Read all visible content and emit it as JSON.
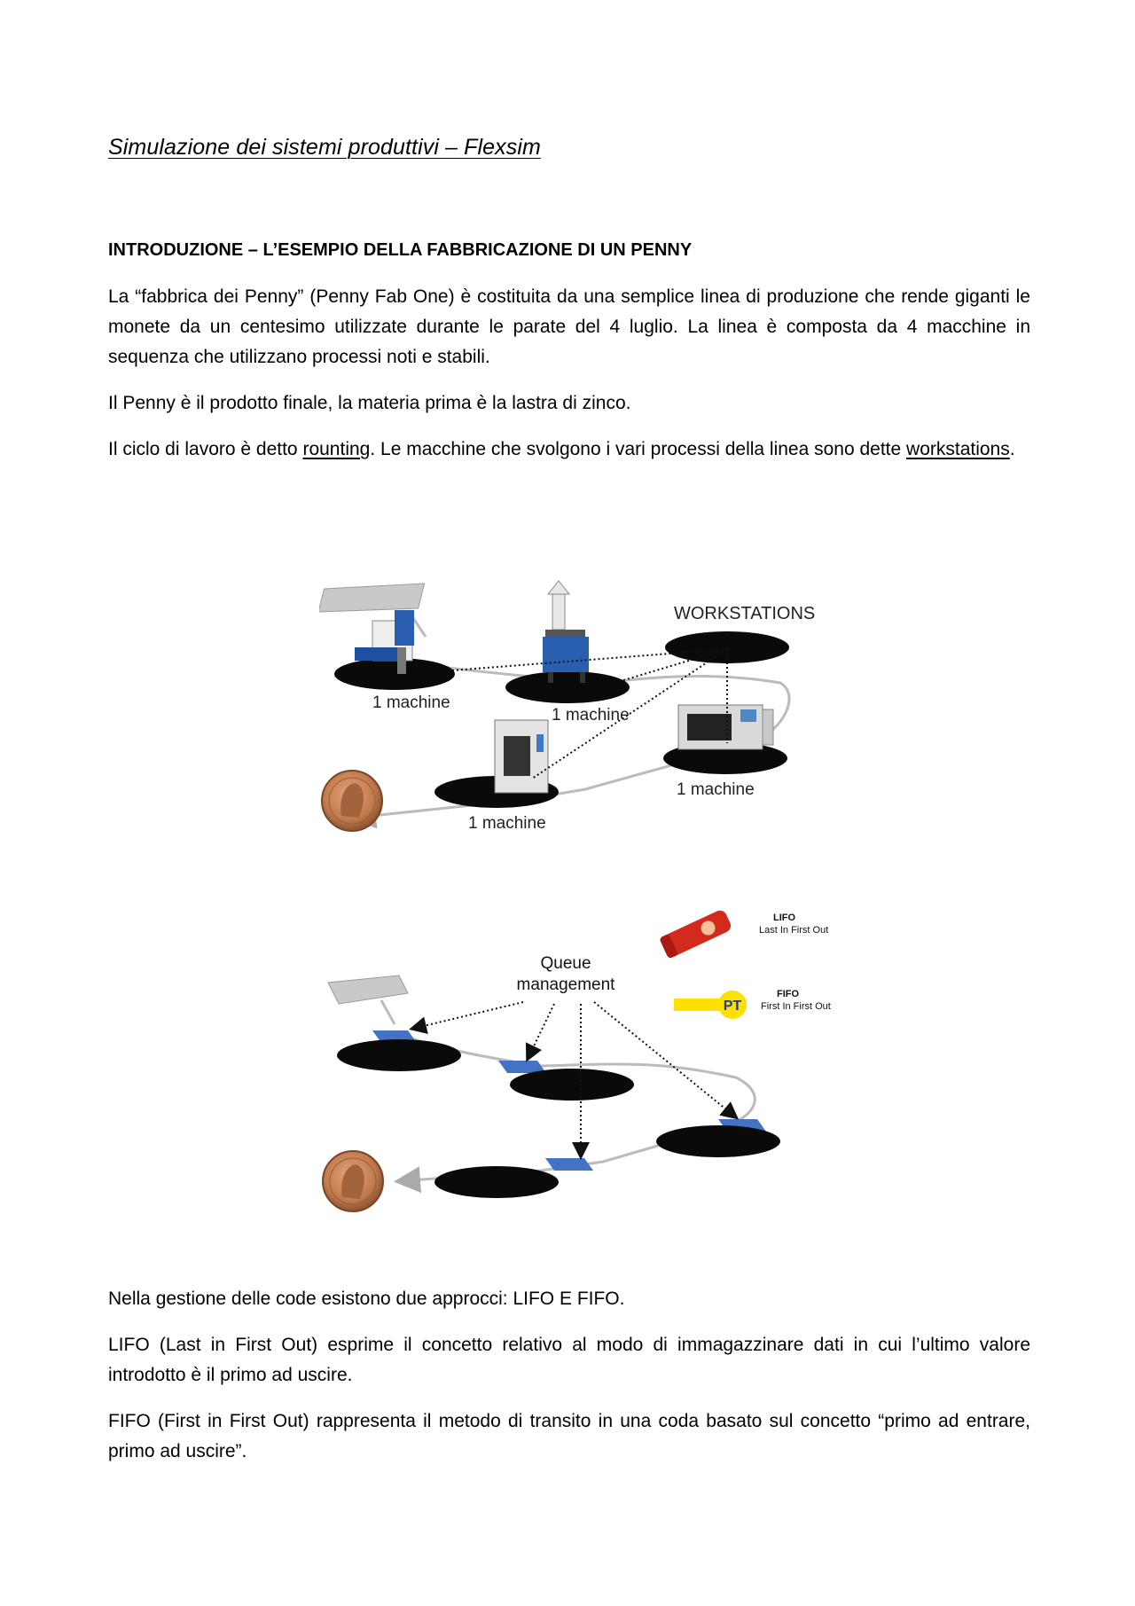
{
  "document": {
    "title": "Simulazione dei sistemi produttivi – Flexsim",
    "heading": "INTRODUZIONE – L’ESEMPIO DELLA FABBRICAZIONE DI UN PENNY",
    "paragraphs": {
      "p1": "La “fabbrica dei Penny” (Penny Fab One) è costituita da una semplice linea di produzione che rende giganti le monete da un centesimo utilizzate durante le parate del 4 luglio. La linea è composta da 4 macchine in sequenza che utilizzano processi noti e stabili.",
      "p2": "Il Penny è il prodotto finale, la materia prima è la lastra di zinco.",
      "p3_before": "Il ciclo di lavoro è detto ",
      "p3_link1": "rounting",
      "p3_middle": ". Le macchine che svolgono i vari processi della linea sono dette ",
      "p3_link2": "workstations",
      "p3_after": ".",
      "p4": "Nella gestione delle code esistono due approcci: LIFO E FIFO.",
      "p5": "LIFO (Last in First Out) esprime il concetto relativo al modo di immagazzinare dati in cui l’ultimo valore introdotto è il primo ad uscire.",
      "p6": "FIFO (First in First Out) rappresenta il metodo di transito in una coda basato sul concetto “primo ad entrare, primo ad uscire”."
    }
  },
  "figure1": {
    "workstations_label": "WORKSTATIONS",
    "machine_labels": [
      "1 machine",
      "1 machine",
      "1 machine",
      "1 machine"
    ]
  },
  "figure2": {
    "queue_label_line1": "Queue",
    "queue_label_line2": "management",
    "lifo_title": "LIFO",
    "lifo_desc": "Last In First Out",
    "fifo_title": "FIFO",
    "fifo_desc": "First In First Out",
    "pt_logo_text": "PT"
  },
  "colors": {
    "platform": "#0a0a0a",
    "queue_blue": "#4472c4",
    "copper": "#c8845a",
    "fifo_yellow": "#ffe000",
    "lifo_red": "#d42a1e"
  }
}
